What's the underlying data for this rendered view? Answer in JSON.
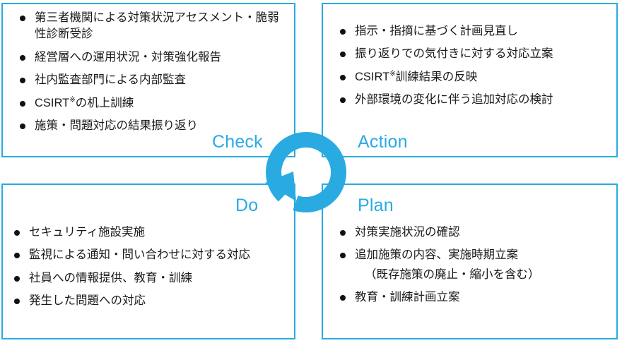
{
  "diagram": {
    "title": "PDCA cycle for security measures",
    "accent_color": "#29ABE2",
    "text_color": "#1a1a1a",
    "center_icon": "circular-arrow-icon"
  },
  "quadrants": {
    "check": {
      "phase_label": "Check",
      "items": [
        {
          "text": "第三者機関による対策状況アセスメント・脆弱性診断受診"
        },
        {
          "text": "経営層への運用状況・対策強化報告"
        },
        {
          "text": "社内監査部門による内部監査"
        },
        {
          "text": "CSIRT※の机上訓練",
          "pre": "CSIRT",
          "mark": "※",
          "post": "の机上訓練"
        },
        {
          "text": "施策・問題対応の結果振り返り"
        }
      ]
    },
    "action": {
      "phase_label": "Action",
      "items": [
        {
          "text": "指示・指摘に基づく計画見直し"
        },
        {
          "text": "振り返りでの気付きに対する対応立案"
        },
        {
          "text": "CSIRT※訓練結果の反映",
          "pre": "CSIRT",
          "mark": "※",
          "post": "訓練結果の反映"
        },
        {
          "text": "外部環境の変化に伴う追加対応の検討"
        }
      ]
    },
    "do": {
      "phase_label": "Do",
      "items": [
        {
          "text": "セキュリティ施設実施"
        },
        {
          "text": "監視による通知・問い合わせに対する対応"
        },
        {
          "text": "社員への情報提供、教育・訓練"
        },
        {
          "text": "発生した問題への対応"
        }
      ]
    },
    "plan": {
      "phase_label": "Plan",
      "items": [
        {
          "text": "対策実施状況の確認"
        },
        {
          "text": "追加施策の内容、実施時期立案",
          "sub": "（既存施策の廃止・縮小を含む）"
        },
        {
          "text": "教育・訓練計画立案"
        }
      ]
    }
  }
}
